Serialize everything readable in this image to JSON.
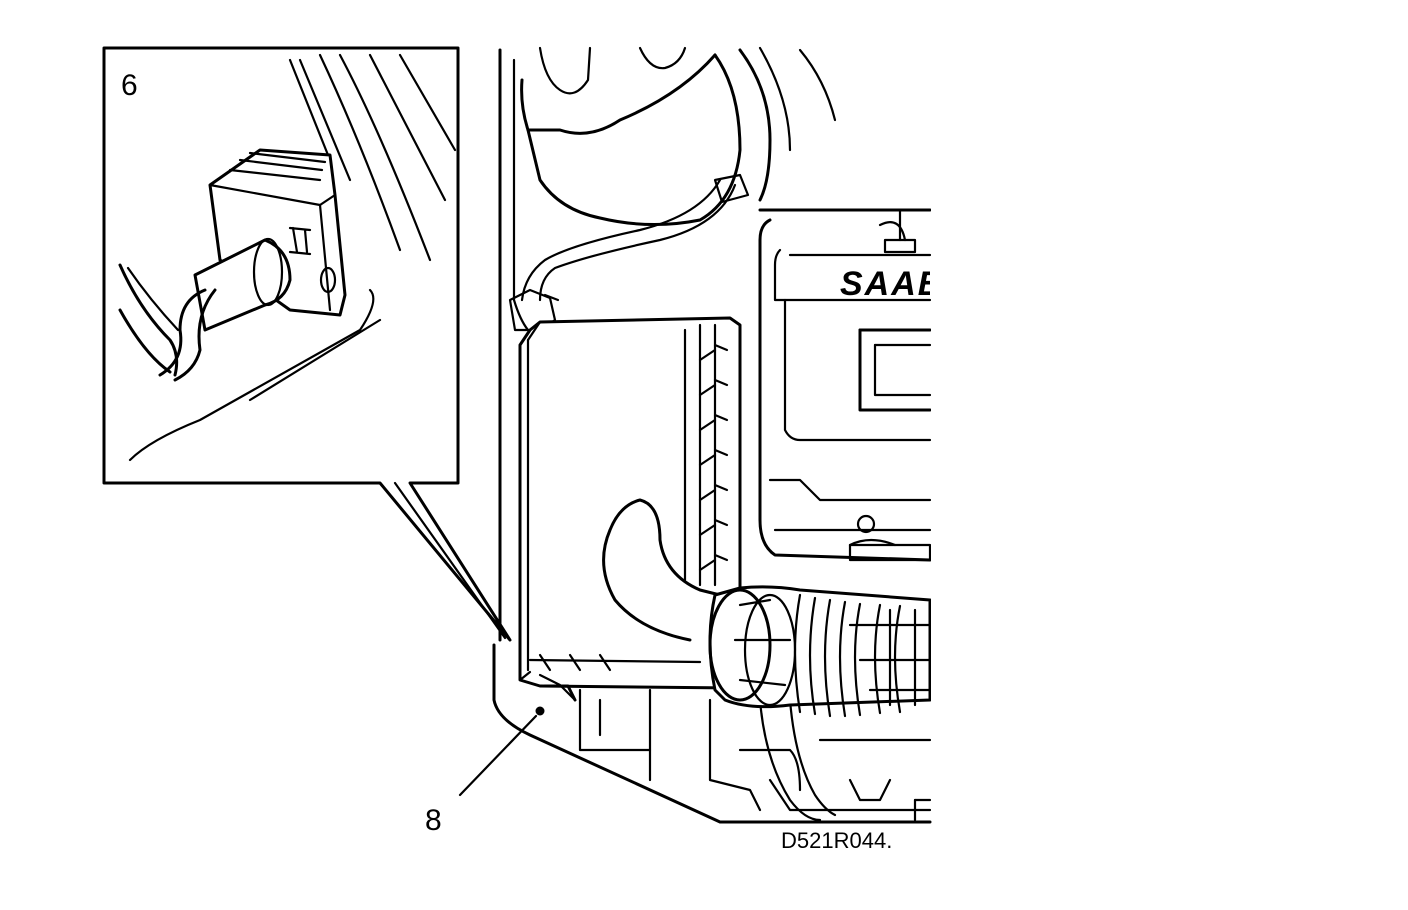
{
  "callouts": {
    "inset_number": "6",
    "part_number": "8"
  },
  "logo_text": "SAAB",
  "figure_code": "D521R044."
}
